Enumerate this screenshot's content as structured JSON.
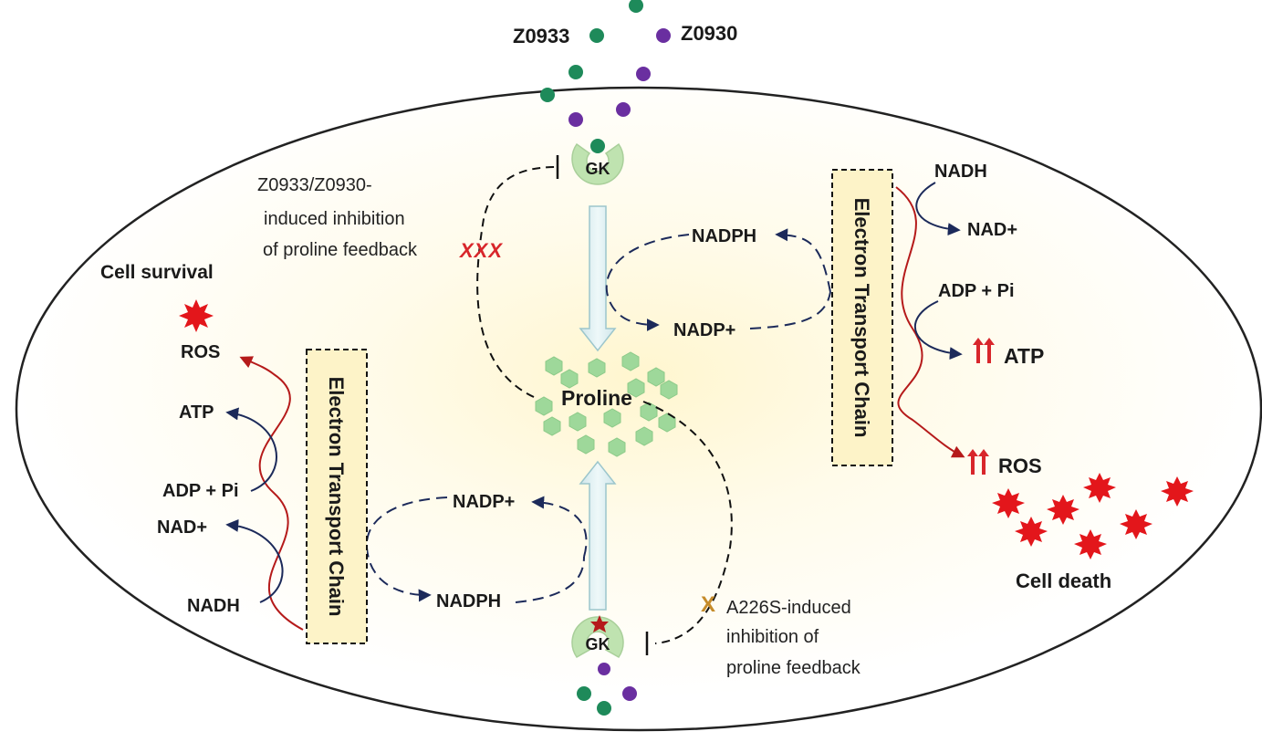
{
  "compounds": {
    "green": "Z0933",
    "purple": "Z0930"
  },
  "enzyme_label": "GK",
  "proline_label": "Proline",
  "etc_label": "Electron Transport Chain",
  "top_loop": {
    "nadph": "NADPH",
    "nadp": "NADP+"
  },
  "bottom_loop": {
    "nadph": "NADPH",
    "nadp": "NADP+"
  },
  "left": {
    "outcome": "Cell survival",
    "ros": "ROS",
    "atp": "ATP",
    "adp": "ADP + Pi",
    "nad": "NAD+",
    "nadh": "NADH"
  },
  "right": {
    "nadh": "NADH",
    "nad": "NAD+",
    "adp": "ADP + Pi",
    "atp": "ATP",
    "ros": "ROS",
    "outcome": "Cell death"
  },
  "note_top": {
    "line1": "Z0933/Z0930-",
    "line2": "induced inhibition",
    "line3": "of proline feedback",
    "marks": "XXX"
  },
  "note_bottom": {
    "mark": "X",
    "line1": "A226S-induced",
    "line2": "inhibition of",
    "line3": "proline feedback"
  },
  "colors": {
    "green_molecule": "#1e8a5a",
    "purple_molecule": "#6a2fa0",
    "proline_hex": "#9ed89a",
    "enzyme": "#bfe3b0",
    "etc_box": "#fdf3c8",
    "dark_arrow": "#1c2a5a",
    "red_arrow": "#b51a1a",
    "burst": "#e3161b",
    "inhibit_x": "#d8262b",
    "a226s_x": "#c58b2a"
  }
}
